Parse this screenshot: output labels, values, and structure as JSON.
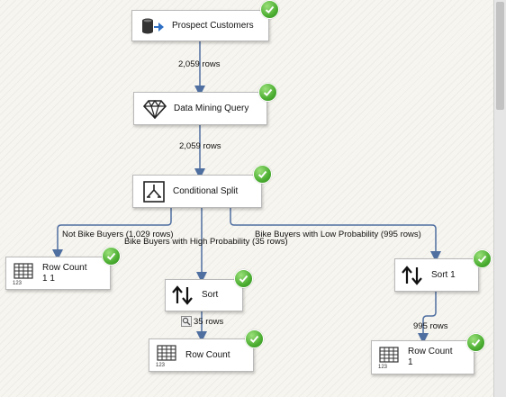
{
  "tasks": {
    "prospect": {
      "label": "Prospect Customers",
      "icon": "ole-db-source-icon"
    },
    "dmq": {
      "label": "Data Mining Query",
      "icon": "data-mining-query-icon"
    },
    "split": {
      "label": "Conditional Split",
      "icon": "conditional-split-icon"
    },
    "rowcount1": {
      "label": "Row Count",
      "sublabel": "1 1",
      "icon": "row-count-icon"
    },
    "sort": {
      "label": "Sort",
      "icon": "sort-icon"
    },
    "rowcount2": {
      "label": "Row Count",
      "sublabel": "",
      "icon": "row-count-icon"
    },
    "sort1": {
      "label": "Sort 1",
      "icon": "sort-icon"
    },
    "rowcount3": {
      "label": "Row Count",
      "sublabel": "1",
      "icon": "row-count-icon"
    }
  },
  "paths": {
    "prospect_to_dmq": "2,059 rows",
    "dmq_to_split": "2,059 rows",
    "not_bike_buyers": "Not Bike Buyers (1,029 rows)",
    "high_probability": "Bike Buyers with High Probability (35 rows)",
    "low_probability": "Bike Buyers with Low Probability (995 rows)",
    "sort_to_rowcount": "35 rows",
    "sort1_to_rowcount": "995 rows"
  },
  "colors": {
    "path": "#4f6fa1",
    "success": "#4cae32"
  }
}
